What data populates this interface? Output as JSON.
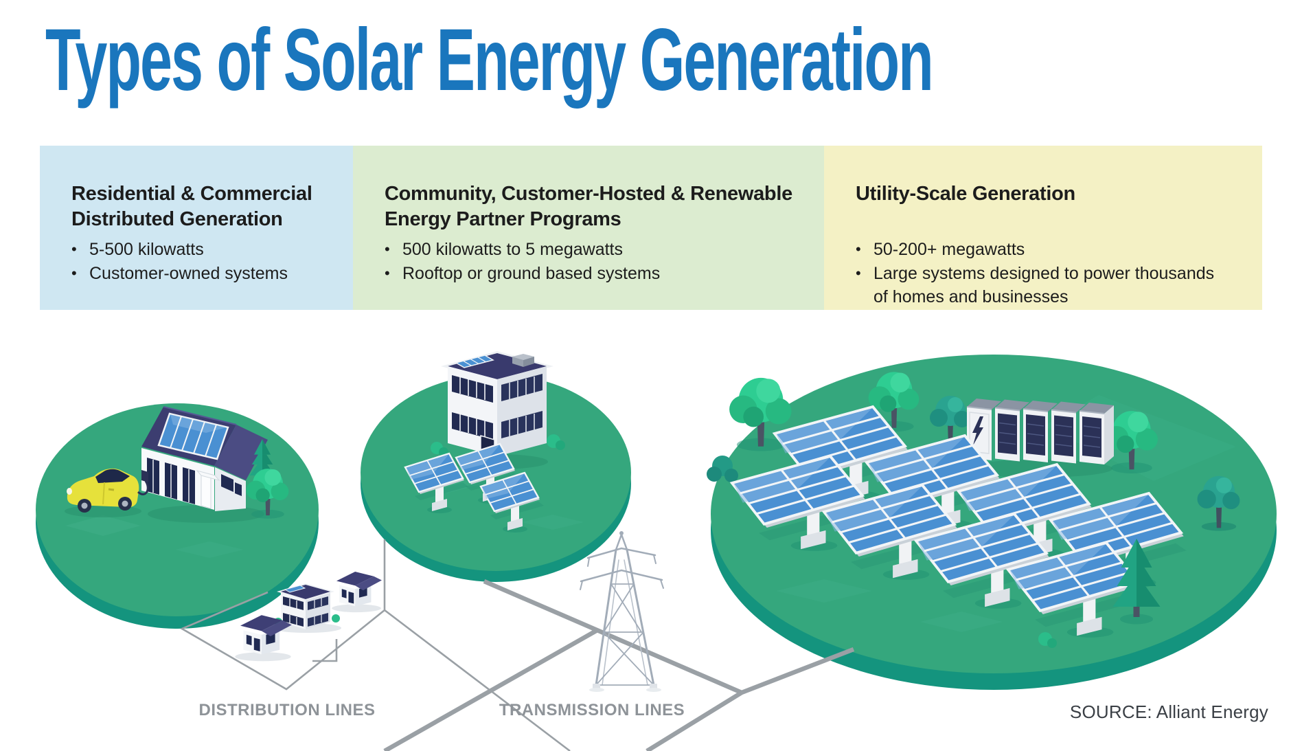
{
  "page": {
    "title": "Types of Solar Energy Generation",
    "source": "SOURCE: Alliant Energy"
  },
  "ui": {
    "bullet_glyph": "•"
  },
  "colors": {
    "title_blue": "#1a76bd",
    "card_residential_bg": "#cfe7f2",
    "card_community_bg": "#dcecd0",
    "card_utility_bg": "#f4f1c5",
    "text_dark": "#1c1c1c",
    "circle_green": "#35a77d",
    "circle_rim_teal": "#14947e",
    "solar_panel_blue": "#4a90d2",
    "roof_indigo": "#3c3d70",
    "window_navy": "#202a52",
    "power_line_gray": "#9aa0a5",
    "label_gray": "#8e9398",
    "ev_car_yellow": "#e6e13b",
    "tree_green": "#2ecd92",
    "tower_gray": "#a2acb8"
  },
  "categories": [
    {
      "id": "residential",
      "title": "Residential & Commercial Distributed Generation",
      "bullets": [
        "5-500 kilowatts",
        "Customer-owned systems"
      ]
    },
    {
      "id": "community",
      "title": "Community, Customer-Hosted & Renewable Energy Partner Programs",
      "bullets": [
        "500 kilowatts to 5 megawatts",
        "Rooftop or ground based systems"
      ]
    },
    {
      "id": "utility",
      "title": "Utility-Scale Generation",
      "bullets": [
        "50-200+ megawatts",
        "Large systems designed to power thousands of homes and businesses"
      ]
    }
  ],
  "diagram": {
    "labels": {
      "distribution": "DISTRIBUTION LINES",
      "transmission": "TRANSMISSION LINES"
    },
    "scenes": [
      "residential-house-with-ev",
      "community-building-with-ground-arrays",
      "utility-scale-solar-farm-with-storage",
      "distribution-neighborhood",
      "transmission-tower"
    ]
  }
}
